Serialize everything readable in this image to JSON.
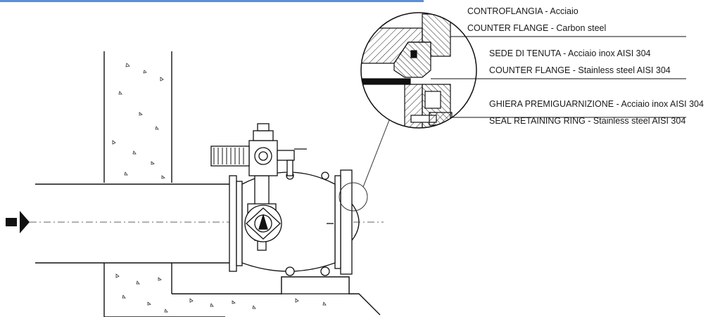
{
  "header_bar_color": "#5b8fd6",
  "flow_icon": "arrow-right-icon",
  "callouts": [
    {
      "id": "counter-flange-carbon",
      "it": "CONTROFLANGIA - Acciaio",
      "en": "COUNTER FLANGE - Carbon steel"
    },
    {
      "id": "counter-flange-stainless",
      "it": "SEDE DI TENUTA - Acciaio inox AISI 304",
      "en": "COUNTER FLANGE - Stainless steel AISI 304"
    },
    {
      "id": "seal-retaining-ring",
      "it": "GHIERA PREMIGUARNIZIONE - Acciaio inox AISI 304",
      "en": "SEAL RETAINING RING - Stainless steel AISI 304"
    }
  ]
}
